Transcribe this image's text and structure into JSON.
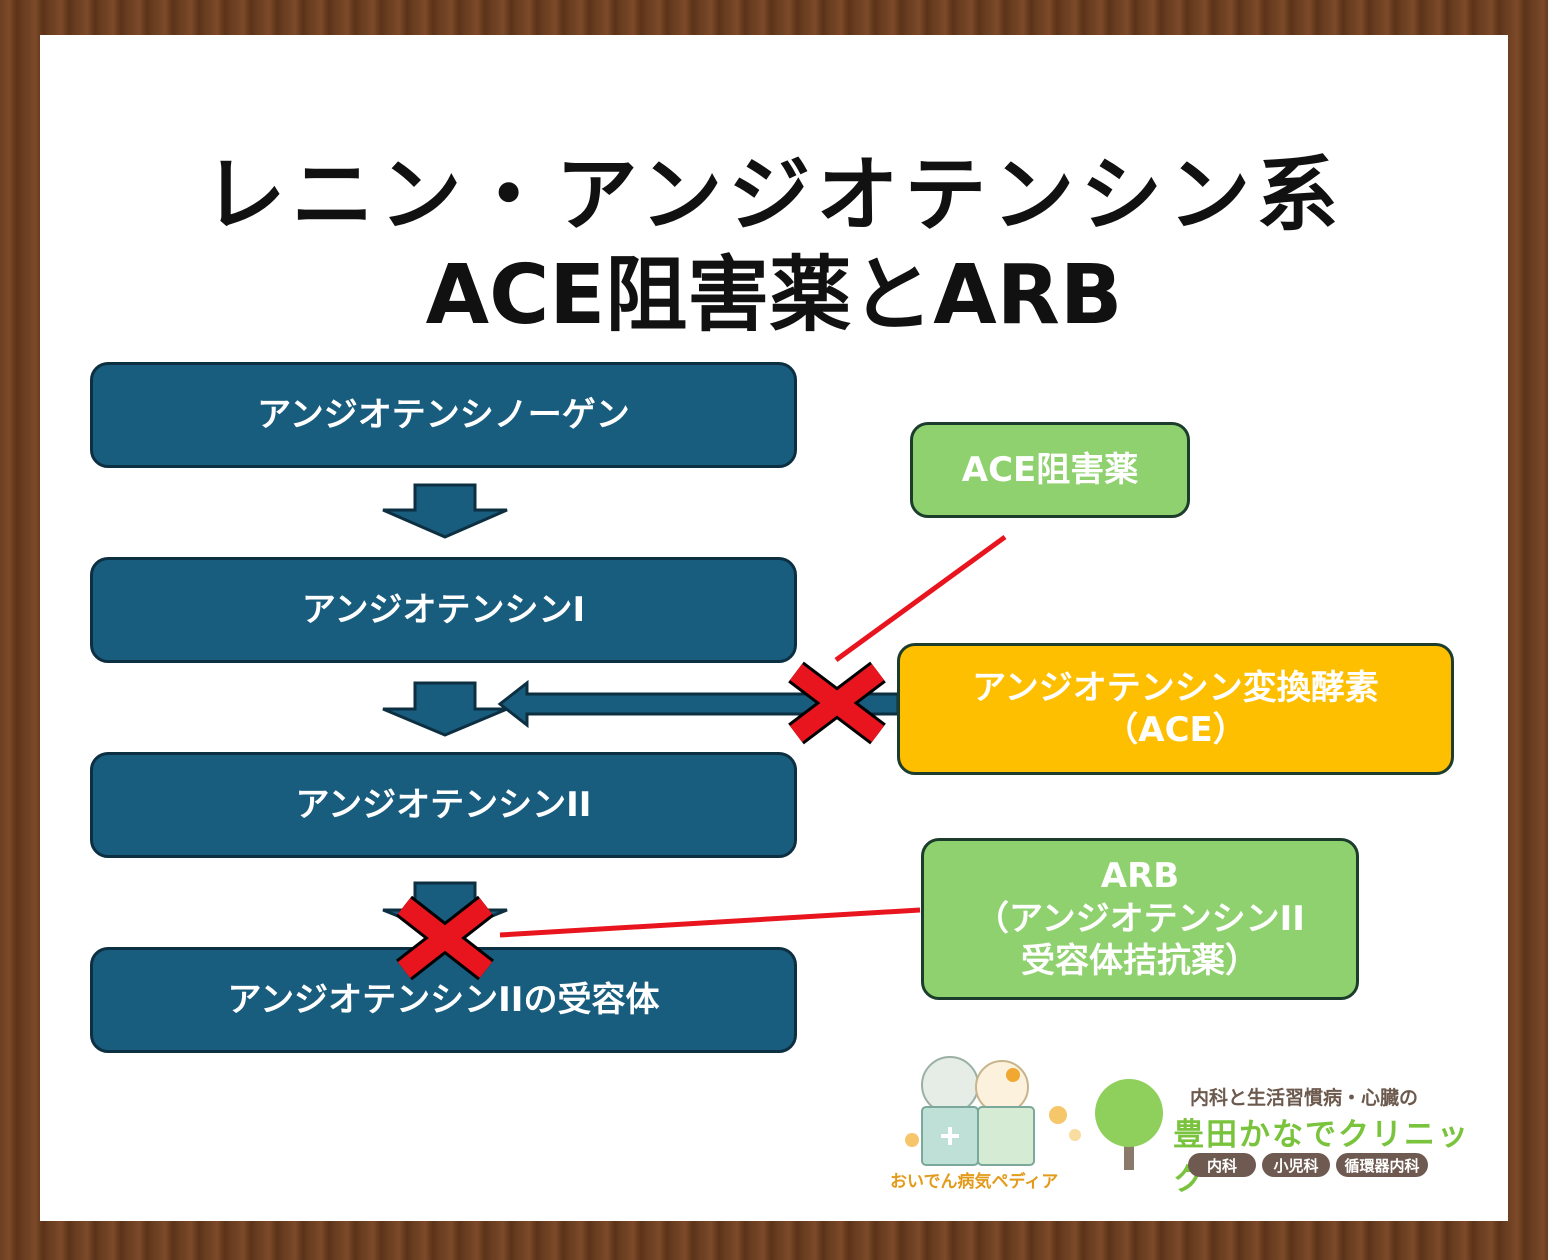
{
  "title": {
    "line1": "レニン・アンジオテンシン系",
    "line2": "ACE阻害薬とARB"
  },
  "flow": {
    "angiotensinogen": "アンジオテンシノーゲン",
    "angiotensin1": "アンジオテンシンI",
    "angiotensin2": "アンジオテンシンII",
    "receptor": "アンジオテンシンIIの受容体"
  },
  "ace_inhibitor": {
    "label": "ACE阻害薬"
  },
  "ace": {
    "line1": "アンジオテンシン変換酵素",
    "line2": "（ACE）"
  },
  "arb": {
    "line1": "ARB",
    "line2": "（アンジオテンシンII",
    "line3": "受容体拮抗薬）"
  },
  "logo": {
    "mascot_text": "おいでん病気ペディア",
    "subtitle": "内科と生活習慣病・心臓の",
    "clinic_name": "豊田かなでクリニック",
    "tags": [
      "内科",
      "小児科",
      "循環器内科"
    ]
  },
  "colors": {
    "flow_box": "#185c7e",
    "drug_box": "#8fd16f",
    "enzyme_box": "#fdbf00",
    "block_line": "#e8141e",
    "frame": "#6b3f22"
  }
}
